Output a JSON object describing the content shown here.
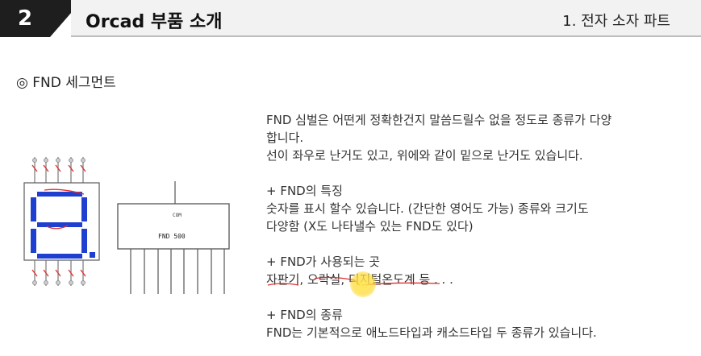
{
  "header": {
    "section_number": "2",
    "title": "Orcad 부품 소개",
    "subtitle": "1. 전자 소자 파트"
  },
  "section": {
    "heading": "◎ FND 세그먼트"
  },
  "content": {
    "para1_line1": "FND 심벌은 어떤게 정확한건지 말씀드릴수 없을 정도로 종류가 다양",
    "para1_line2": "합니다.",
    "para1_line3": "선이 좌우로 난거도 있고, 위에와 같이 밑으로 난거도 있습니다.",
    "features_title": "+ FND의 특징",
    "features_line1": "숫자를 표시 할수 있습니다. (간단한 영어도 가능) 종류와 크기도",
    "features_line2": "다양함 (X도 나타낼수 있는 FND도 있다)",
    "uses_title": "+ FND가 사용되는 곳",
    "uses_line1": "자판기, 오락실, 디지털온도계 등 . . .",
    "types_title": "+ FND의 종류",
    "types_line1": "FND는 기본적으로 애노드타입과 캐소드타입 두 종류가 있습니다."
  },
  "diagram": {
    "fnd2_top_label": "COM",
    "fnd2_label": "FND 500"
  },
  "colors": {
    "header_dark": "#1e1e1e",
    "header_bar": "#f2f2f2",
    "segment_blue": "#1f3fd0",
    "annotation_red": "#e03030"
  }
}
